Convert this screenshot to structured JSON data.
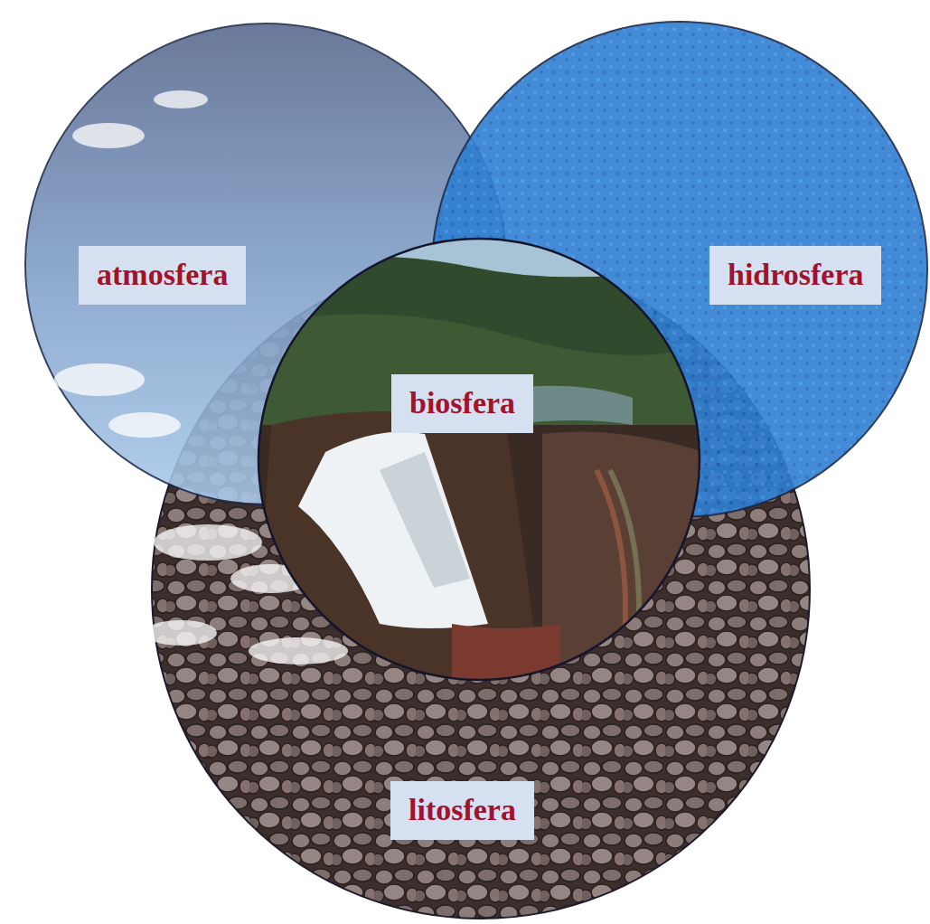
{
  "diagram": {
    "nodes": [
      {
        "text": [
          "atmosfera"
        ]
      },
      {
        "text": [
          "hidrosfera"
        ]
      },
      {
        "text": [
          "biosfera"
        ]
      },
      {
        "text": [
          "litosfera"
        ]
      }
    ]
  }
}
